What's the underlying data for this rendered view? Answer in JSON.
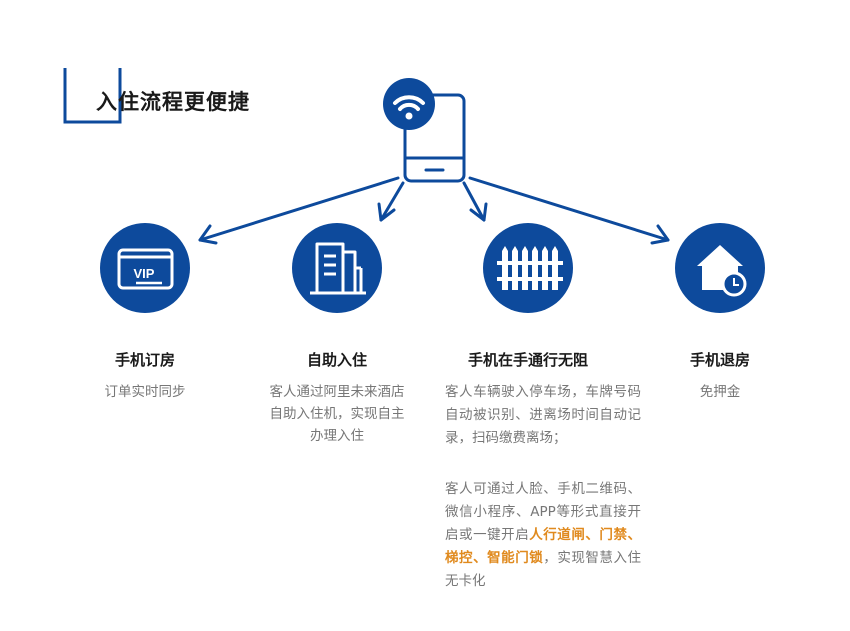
{
  "header": {
    "title": "入住流程更便捷"
  },
  "icons": {
    "phone": "smartphone-wifi-icon",
    "booking": "vip-card-icon",
    "checkin": "building-icon",
    "access": "fence-gate-icon",
    "checkout": "house-clock-icon"
  },
  "colors": {
    "primary": "#0d4a9c",
    "highlight": "#e08a1e",
    "text": "#1a1a1a",
    "muted": "#777777"
  },
  "features": [
    {
      "title": "手机订房",
      "desc": "订单实时同步"
    },
    {
      "title": "自助入住",
      "desc": "客人通过阿里未来酒店自助入住机，实现自主办理入住"
    },
    {
      "title": "手机在手通行无阻",
      "para1": "客人车辆驶入停车场，车牌号码自动被识别、进离场时间自动记录，扫码缴费离场；",
      "para2_pre": "客人可通过人脸、手机二维码、微信小程序、APP等形式直接开启或一键开启",
      "para2_highlight": "人行道闸、门禁、梯控、智能门锁",
      "para2_post": "，实现智慧入住无卡化"
    },
    {
      "title": "手机退房",
      "desc": "免押金"
    }
  ],
  "vip_label": "VIP"
}
